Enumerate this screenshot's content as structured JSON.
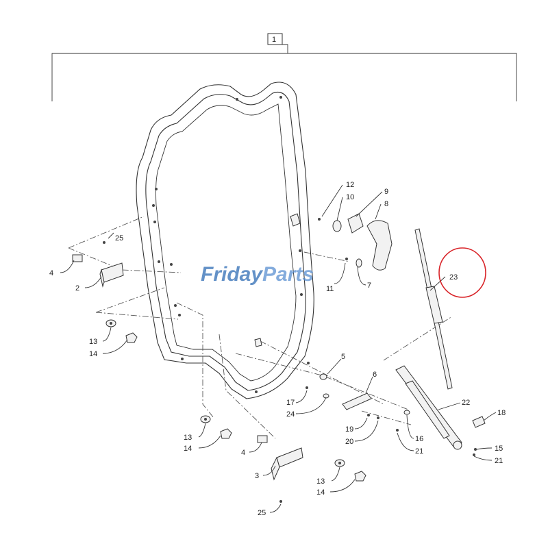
{
  "assembly": {
    "ref": "1"
  },
  "labels": {
    "l1": "1",
    "l2": "2",
    "l3": "3",
    "l4a": "4",
    "l4b": "4",
    "l5": "5",
    "l6": "6",
    "l7": "7",
    "l8": "8",
    "l9": "9",
    "l10": "10",
    "l11": "11",
    "l12": "12",
    "l13a": "13",
    "l13b": "13",
    "l13c": "13",
    "l14a": "14",
    "l14b": "14",
    "l14c": "14",
    "l15": "15",
    "l16": "16",
    "l17": "17",
    "l18": "18",
    "l19": "19",
    "l20": "20",
    "l21a": "21",
    "l21b": "21",
    "l22": "22",
    "l23": "23",
    "l24": "24",
    "l25a": "25",
    "l25b": "25"
  },
  "highlight": {
    "part": "23",
    "color": "#d9262b"
  },
  "watermark": {
    "brand_a": "Friday",
    "brand_b": "Parts"
  },
  "colors": {
    "line": "#333333",
    "watermark": "#2f6db5",
    "highlight": "#d9262b"
  }
}
